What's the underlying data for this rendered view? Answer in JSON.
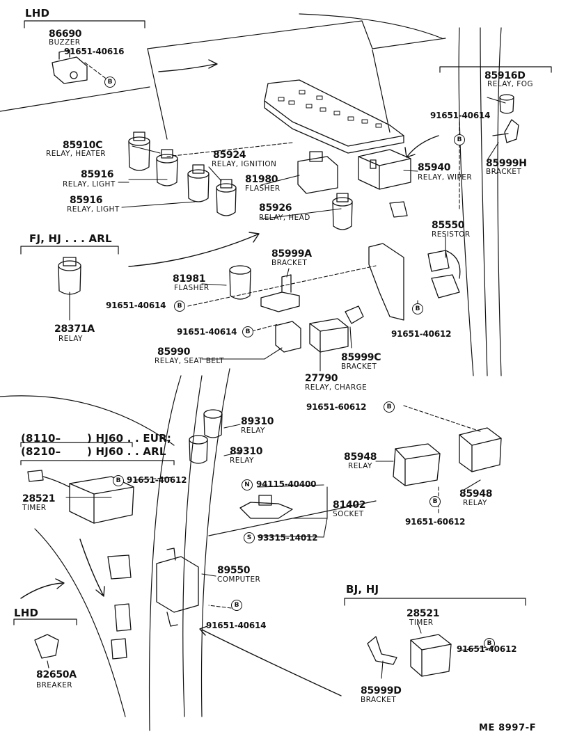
{
  "groups": {
    "lhd_top": "LHD",
    "fj_hj": "FJ, HJ . . . ARL",
    "hj60_1_model": "(8110–",
    "hj60_1_desc": ") HJ60 . . EUR;",
    "hj60_2_model": "(8210–",
    "hj60_2_desc": ") HJ60 . . ARL",
    "lhd_bottom": "LHD",
    "bj_hj": "BJ, HJ"
  },
  "parts": [
    {
      "id": "p86690",
      "number": "86690",
      "name": "BUZZER"
    },
    {
      "id": "p85916d",
      "number": "85916D",
      "name": "RELAY, FOG"
    },
    {
      "id": "p85910c",
      "number": "85910C",
      "name": "RELAY, HEATER"
    },
    {
      "id": "p85924",
      "number": "85924",
      "name": "RELAY, IGNITION"
    },
    {
      "id": "p81980",
      "number": "81980",
      "name": "FLASHER"
    },
    {
      "id": "p85940",
      "number": "85940",
      "name": "RELAY, WIPER"
    },
    {
      "id": "p85999h",
      "number": "85999H",
      "name": "BRACKET"
    },
    {
      "id": "p85916a",
      "number": "85916",
      "name": "RELAY, LIGHT"
    },
    {
      "id": "p85916b",
      "number": "85916",
      "name": "RELAY, LIGHT"
    },
    {
      "id": "p85926",
      "number": "85926",
      "name": "RELAY, HEAD"
    },
    {
      "id": "p85550",
      "number": "85550",
      "name": "RESISTOR"
    },
    {
      "id": "p85999a",
      "number": "85999A",
      "name": "BRACKET"
    },
    {
      "id": "p81981",
      "number": "81981",
      "name": "FLASHER"
    },
    {
      "id": "p28371a",
      "number": "28371A",
      "name": "RELAY"
    },
    {
      "id": "p85990",
      "number": "85990",
      "name": "RELAY, SEAT BELT"
    },
    {
      "id": "p85999c",
      "number": "85999C",
      "name": "BRACKET"
    },
    {
      "id": "p27790",
      "number": "27790",
      "name": "RELAY, CHARGE"
    },
    {
      "id": "p89310a",
      "number": "89310",
      "name": "RELAY"
    },
    {
      "id": "p89310b",
      "number": "89310",
      "name": "RELAY"
    },
    {
      "id": "p85948a",
      "number": "85948",
      "name": "RELAY"
    },
    {
      "id": "p85948b",
      "number": "85948",
      "name": "RELAY"
    },
    {
      "id": "p28521a",
      "number": "28521",
      "name": "TIMER"
    },
    {
      "id": "p81402",
      "number": "81402",
      "name": "SOCKET"
    },
    {
      "id": "p89550",
      "number": "89550",
      "name": "COMPUTER"
    },
    {
      "id": "p82650a",
      "number": "82650A",
      "name": "BREAKER"
    },
    {
      "id": "p28521b",
      "number": "28521",
      "name": "TIMER"
    },
    {
      "id": "p85999d",
      "number": "85999D",
      "name": "BRACKET"
    }
  ],
  "refs": [
    {
      "id": "r1",
      "badge": "B",
      "number": "91651-40616"
    },
    {
      "id": "r2",
      "badge": "B",
      "number": "91651-40614"
    },
    {
      "id": "r3",
      "badge": "B",
      "number": "91651-40614"
    },
    {
      "id": "r4",
      "badge": "B",
      "number": "91651-40614"
    },
    {
      "id": "r5",
      "badge": "B",
      "number": "91651-40612"
    },
    {
      "id": "r6",
      "badge": "B",
      "number": "91651-60612"
    },
    {
      "id": "r7",
      "badge": "B",
      "number": "91651-40612"
    },
    {
      "id": "r8",
      "badge": "N",
      "number": "94115-40400"
    },
    {
      "id": "r9",
      "badge": "S",
      "number": "93315-14012"
    },
    {
      "id": "r10",
      "badge": "B",
      "number": "91651-60612"
    },
    {
      "id": "r11",
      "badge": "B",
      "number": "91651-40614"
    },
    {
      "id": "r12",
      "badge": "B",
      "number": "91651-40612"
    }
  ],
  "footer_code": "ME  8997-F",
  "colors": {
    "ink": "#111111",
    "paper": "#ffffff"
  }
}
